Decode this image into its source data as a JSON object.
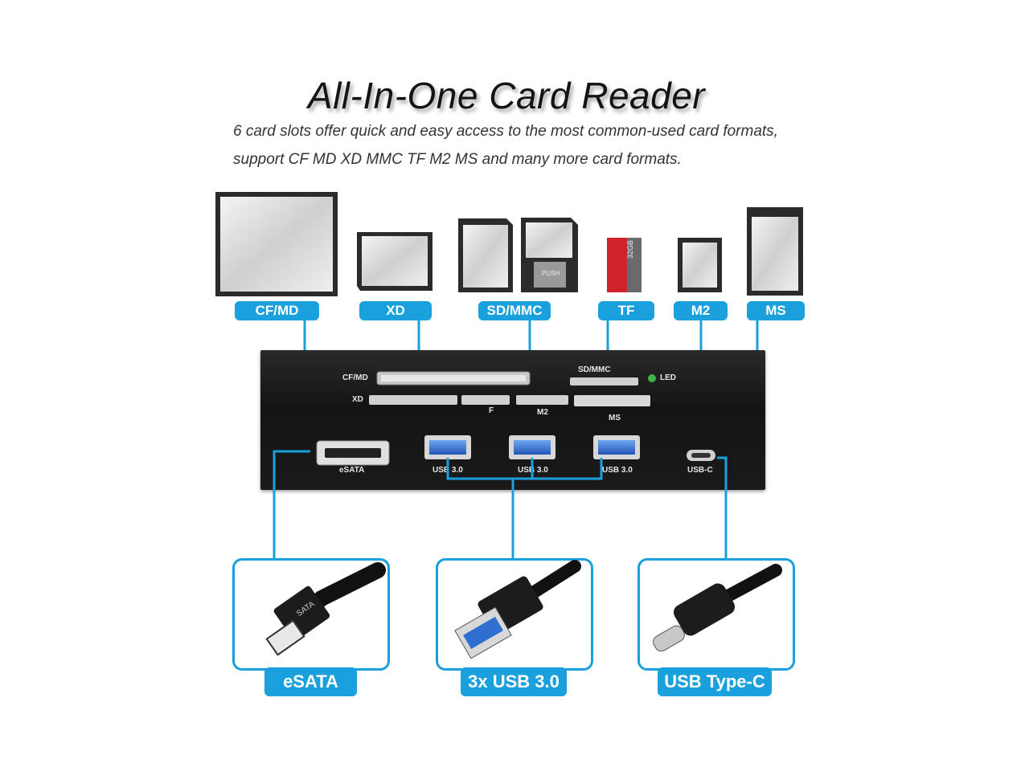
{
  "header": {
    "title": "All-In-One Card Reader",
    "line1": "6 card slots offer quick and easy access to the most common-used card formats,",
    "line2": "support CF MD XD MMC TF M2 MS and many more card formats."
  },
  "cards": {
    "cf_md": "CF/MD",
    "xd": "XD",
    "sd_mmc": "SD/MMC",
    "tf": "TF",
    "m2": "M2",
    "ms": "MS",
    "tf_card_print": "32GB",
    "mmc_card_print": "PUSH"
  },
  "panel": {
    "cf_md": "CF/MD",
    "sd_mmc": "SD/MMC",
    "led": "LED",
    "xd": "XD",
    "f": "F",
    "m2": "M2",
    "ms": "MS",
    "esata": "eSATA",
    "usb1": "USB 3.0",
    "usb2": "USB 3.0",
    "usb3": "USB 3.0",
    "usbc": "USB-C"
  },
  "connectors": {
    "esata": "eSATA",
    "usb": "3x USB 3.0",
    "usbc": "USB Type-C",
    "esata_plug_print": "SATA"
  },
  "colors": {
    "accent": "#1aa0dc",
    "panel": "#1a1a1a",
    "usb_blue": "#2f6fd0",
    "led_green": "#3bb54a"
  }
}
